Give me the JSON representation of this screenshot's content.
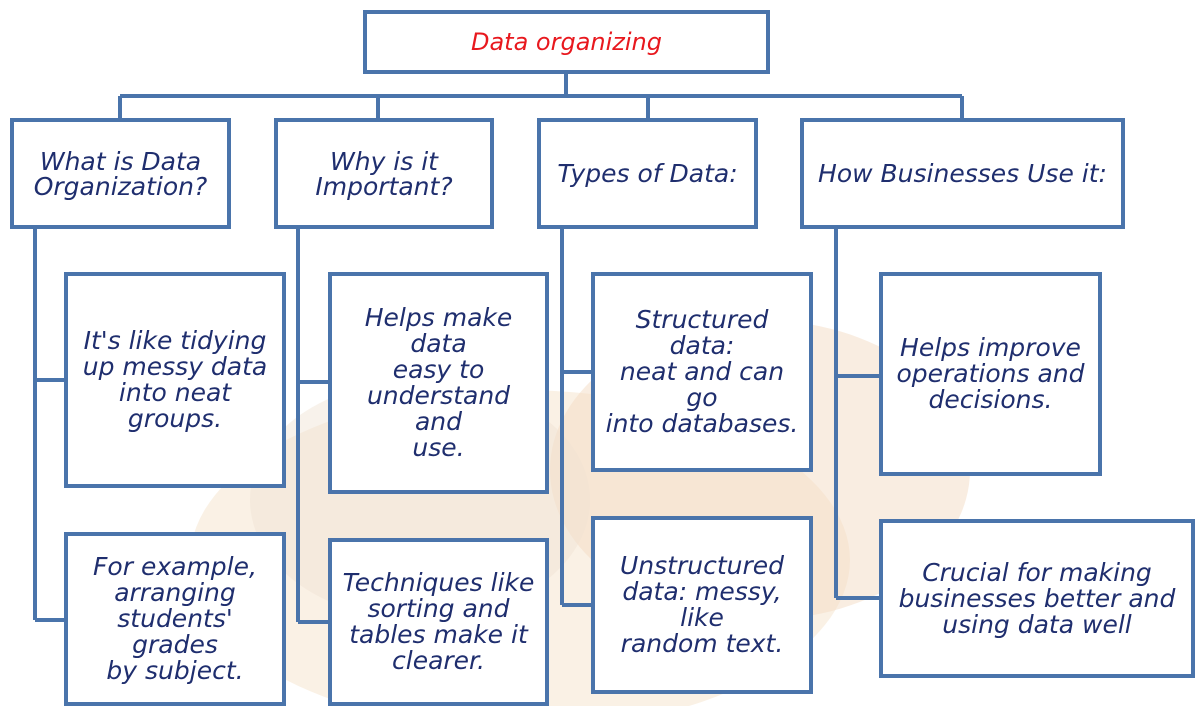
{
  "root": "Data organizing",
  "categories": [
    "What is Data\nOrganization?",
    "Why is it\nImportant?",
    "Types of Data:",
    "How Businesses Use it:"
  ],
  "details": [
    [
      "It's like tidying\nup messy data\ninto neat groups.",
      "For example,\narranging\nstudents' grades\nby subject."
    ],
    [
      "Helps make data\neasy to\nunderstand and\nuse.",
      "Techniques like\nsorting and\ntables make it\nclearer."
    ],
    [
      "Structured data:\nneat and can go\ninto databases.",
      "Unstructured\ndata: messy, like\nrandom text."
    ],
    [
      "Helps improve\noperations and\ndecisions.",
      "Crucial for making\nbusinesses better and\nusing data well"
    ]
  ],
  "colors": {
    "border": "#4a74ab",
    "text": "#1f2e6e",
    "root_text": "#e8181e"
  }
}
